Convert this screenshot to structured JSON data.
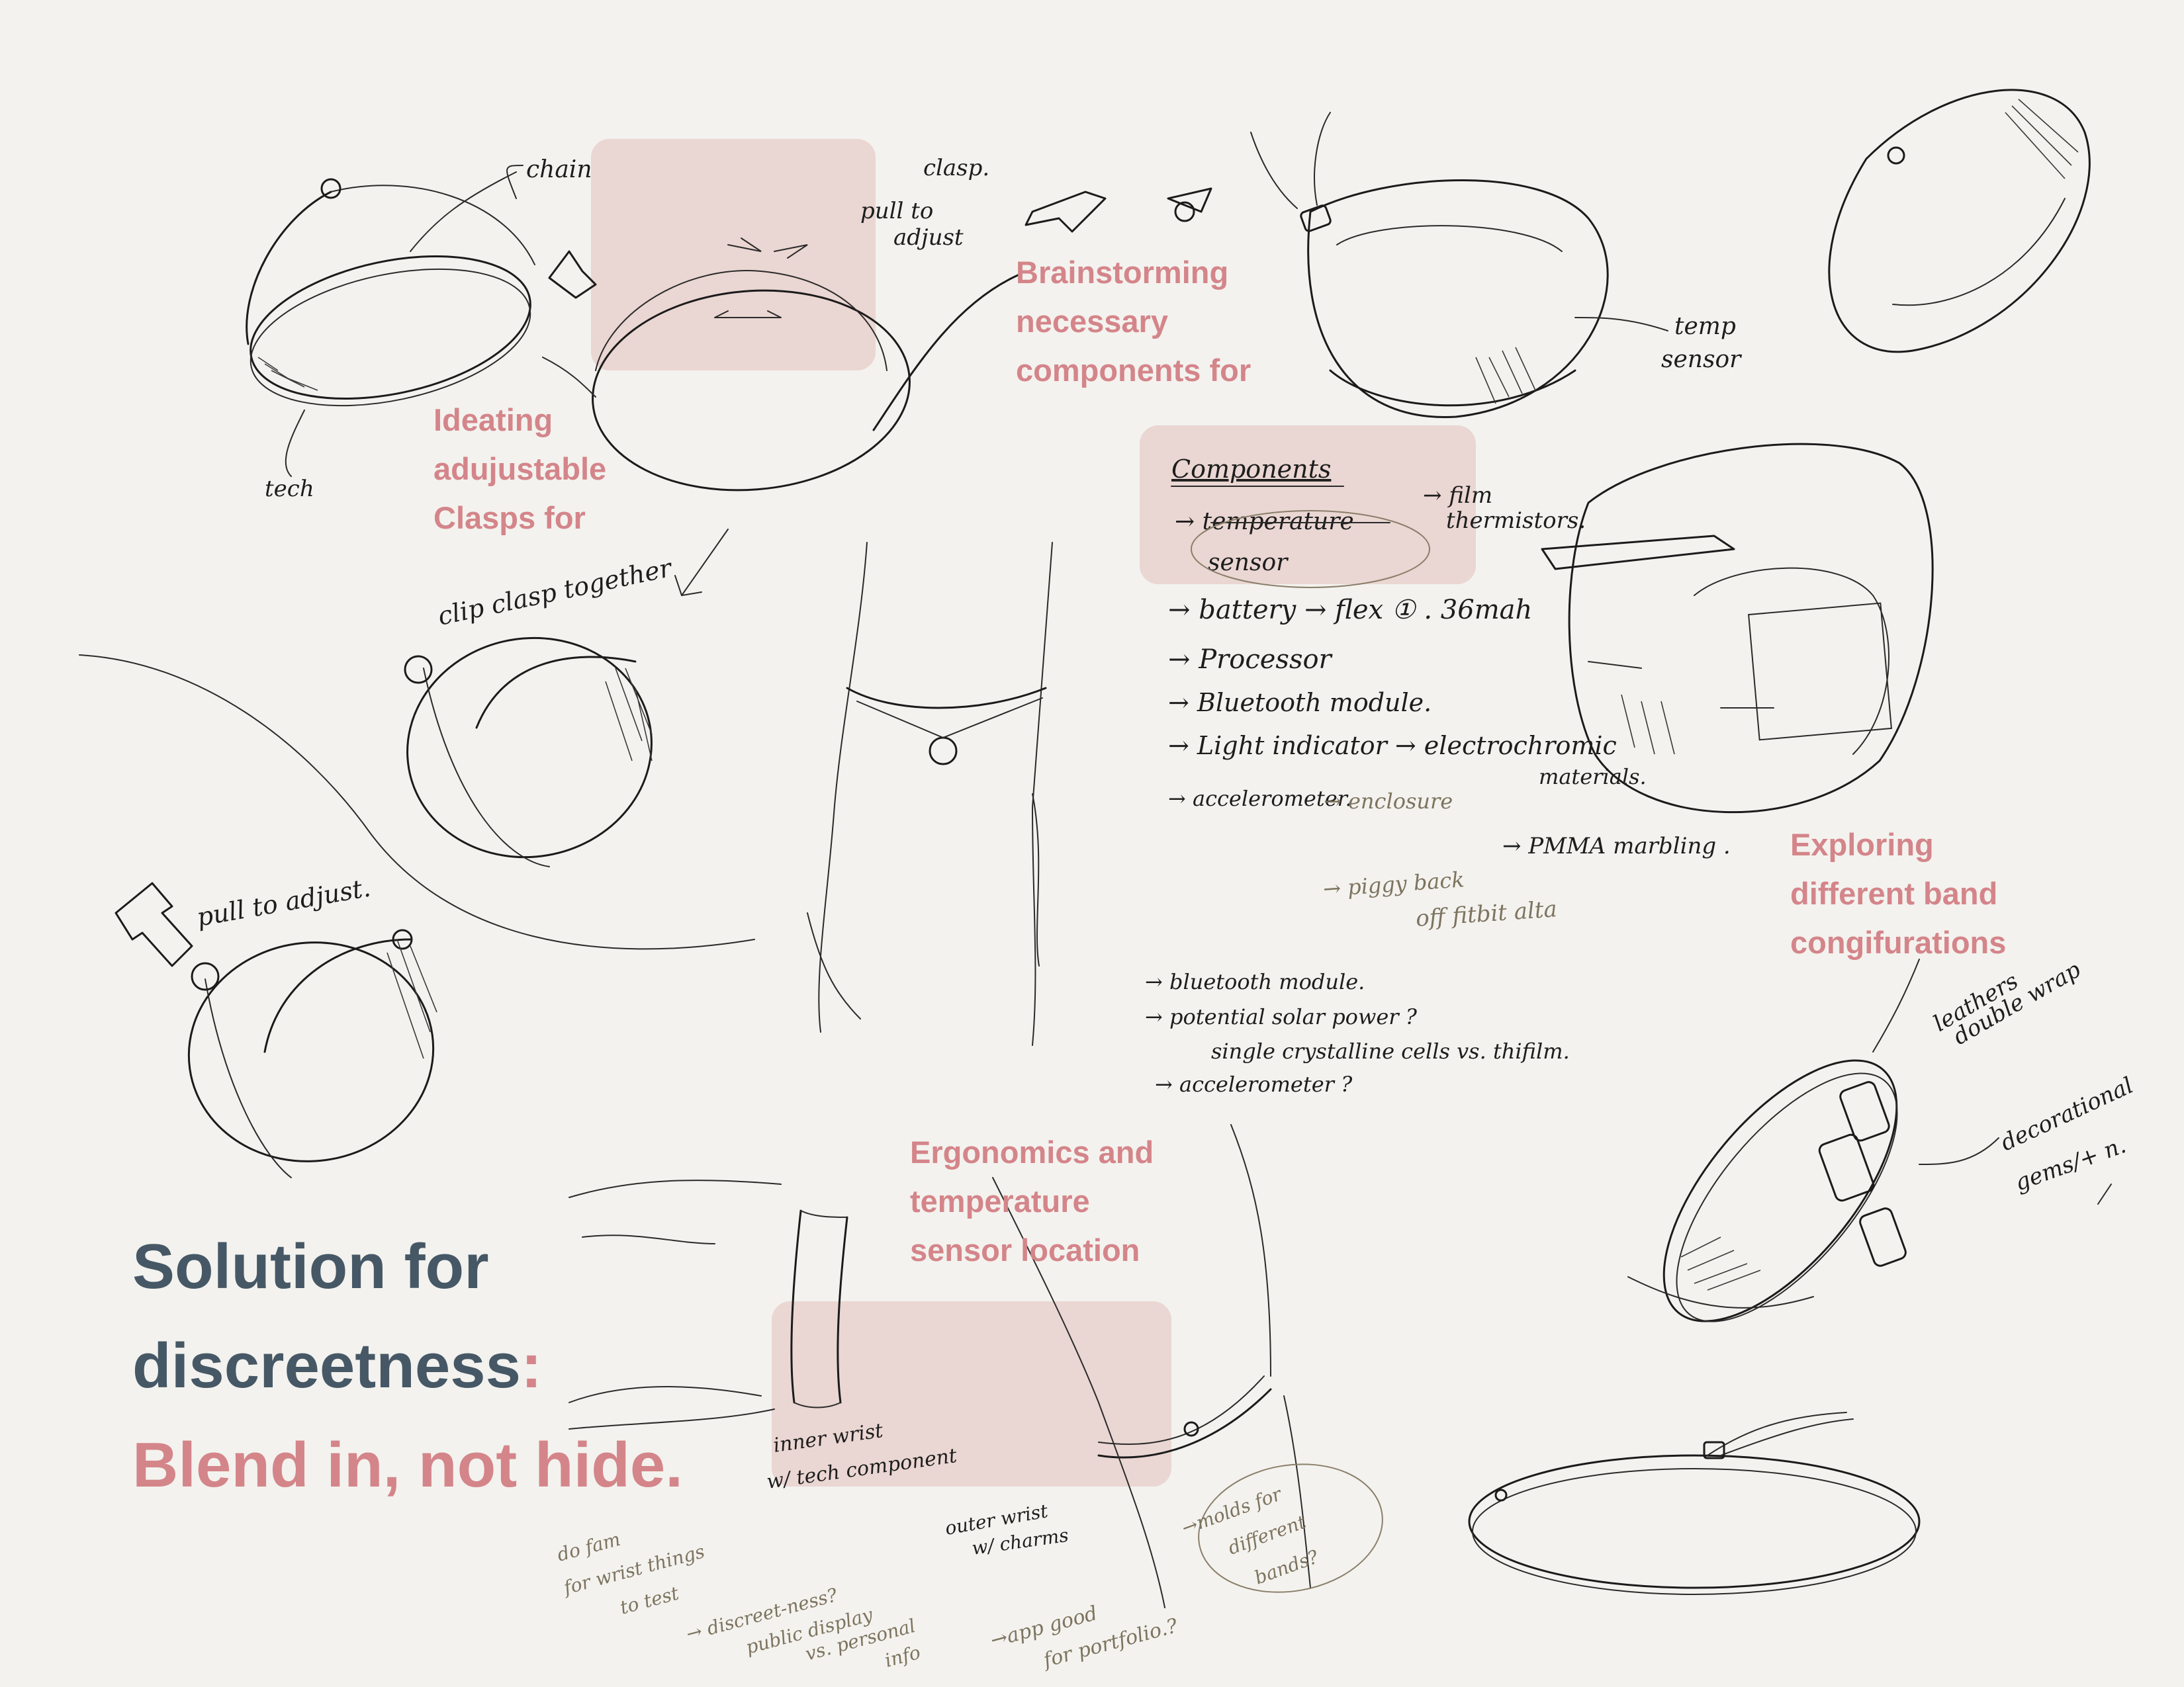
{
  "captions": {
    "clasps": [
      "Ideating",
      "adujustable",
      "Clasps for"
    ],
    "components": [
      "Brainstorming",
      "necessary",
      "components for"
    ],
    "bands": [
      "Exploring",
      "different band",
      "congifurations"
    ],
    "ergonomics": [
      "Ergonomics and",
      "temperature",
      "sensor location"
    ]
  },
  "headline": {
    "line1": "Solution for",
    "line2_main": "discreetness",
    "line2_colon": ":",
    "line3": "Blend in, not hide."
  },
  "annotations": {
    "chain": "chain",
    "tech": "tech",
    "clasp": "clasp.",
    "pull_to_adjust_top": "pull to",
    "pull_to_adjust_top2": "adjust",
    "clip_clasp": "clip clasp together",
    "pull_to_adjust": "pull to adjust.",
    "temp_sensor_1": "temp",
    "temp_sensor_2": "sensor",
    "leather_1": "leathers",
    "leather_2": "double wrap",
    "gems_1": "decorational",
    "gems_2": "gems/+ n.",
    "inner_wrist_1": "inner wrist",
    "inner_wrist_2": "w/ tech component",
    "outer_wrist_1": "outer wrist",
    "outer_wrist_2": "w/ charms",
    "todo_1": "do fam",
    "todo_2": "for wrist things",
    "todo_3": "to test",
    "discreet_1": "→ discreet-ness?",
    "discreet_2": "public display",
    "discreet_3": "vs. personal",
    "discreet_4": "info",
    "app_1": "→app good",
    "app_2": "for portfolio.?",
    "molds_1": "→molds for",
    "molds_2": "different",
    "molds_3": "bands?"
  },
  "components_list": {
    "heading": "Components",
    "items": [
      "→ temperature",
      "sensor",
      "→ battery   → flex ① . 36mah",
      "→ Processor",
      "→ Bluetooth module.",
      "→ Light indicator  → electrochromic",
      "materials.",
      "→ accelerometer.",
      "→ enclosure",
      "→ PMMA   marbling .",
      "→ piggy back",
      "off   fitbit alta",
      "→ bluetooth   module.",
      "→ potential  solar  power ?",
      "single   crystalline   cells  vs. thifilm.",
      "→ accelerometer ?"
    ],
    "film_1": "→ film",
    "film_2": "thermistors."
  }
}
